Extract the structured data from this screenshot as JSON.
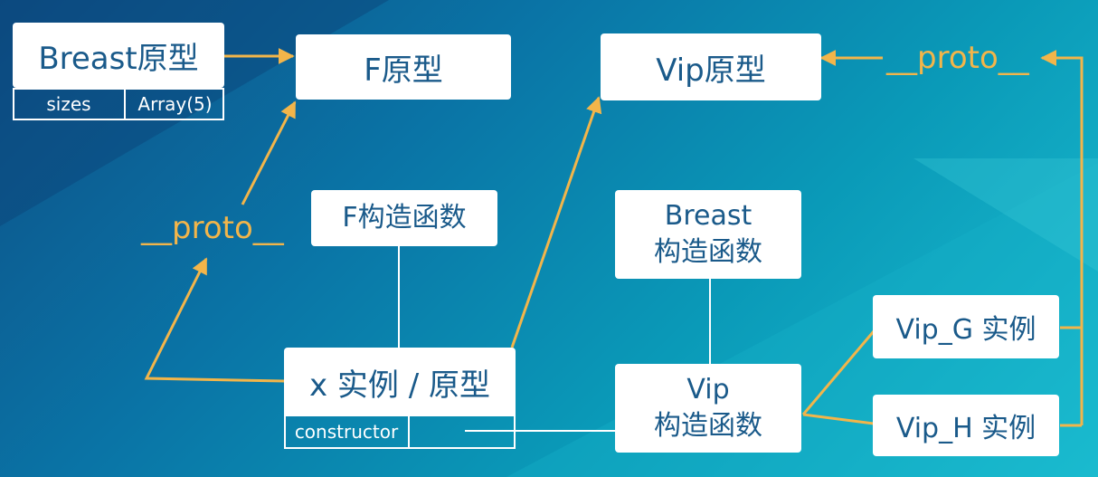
{
  "nodes": {
    "breast_proto": {
      "title": "Breast原型",
      "props": [
        {
          "key": "sizes",
          "value": "Array(5)"
        }
      ]
    },
    "f_proto": {
      "title": "F原型"
    },
    "vip_proto": {
      "title": "Vip原型"
    },
    "f_ctor": {
      "title": "F构造函数"
    },
    "breast_ctor": {
      "line1": "Breast",
      "line2": "构造函数"
    },
    "x_instance": {
      "title": "x 实例 / 原型",
      "props": [
        {
          "key": "constructor",
          "value": ""
        }
      ]
    },
    "vip_ctor": {
      "line1": "Vip",
      "line2": "构造函数"
    },
    "vip_g": {
      "title": "Vip_G 实例"
    },
    "vip_h": {
      "title": "Vip_H 实例"
    }
  },
  "labels": {
    "proto_left": "__proto__",
    "proto_right": "__proto__"
  },
  "colors": {
    "arrow": "#f2b54a",
    "box_text": "#1a5a8a",
    "connector": "#ffffff"
  }
}
